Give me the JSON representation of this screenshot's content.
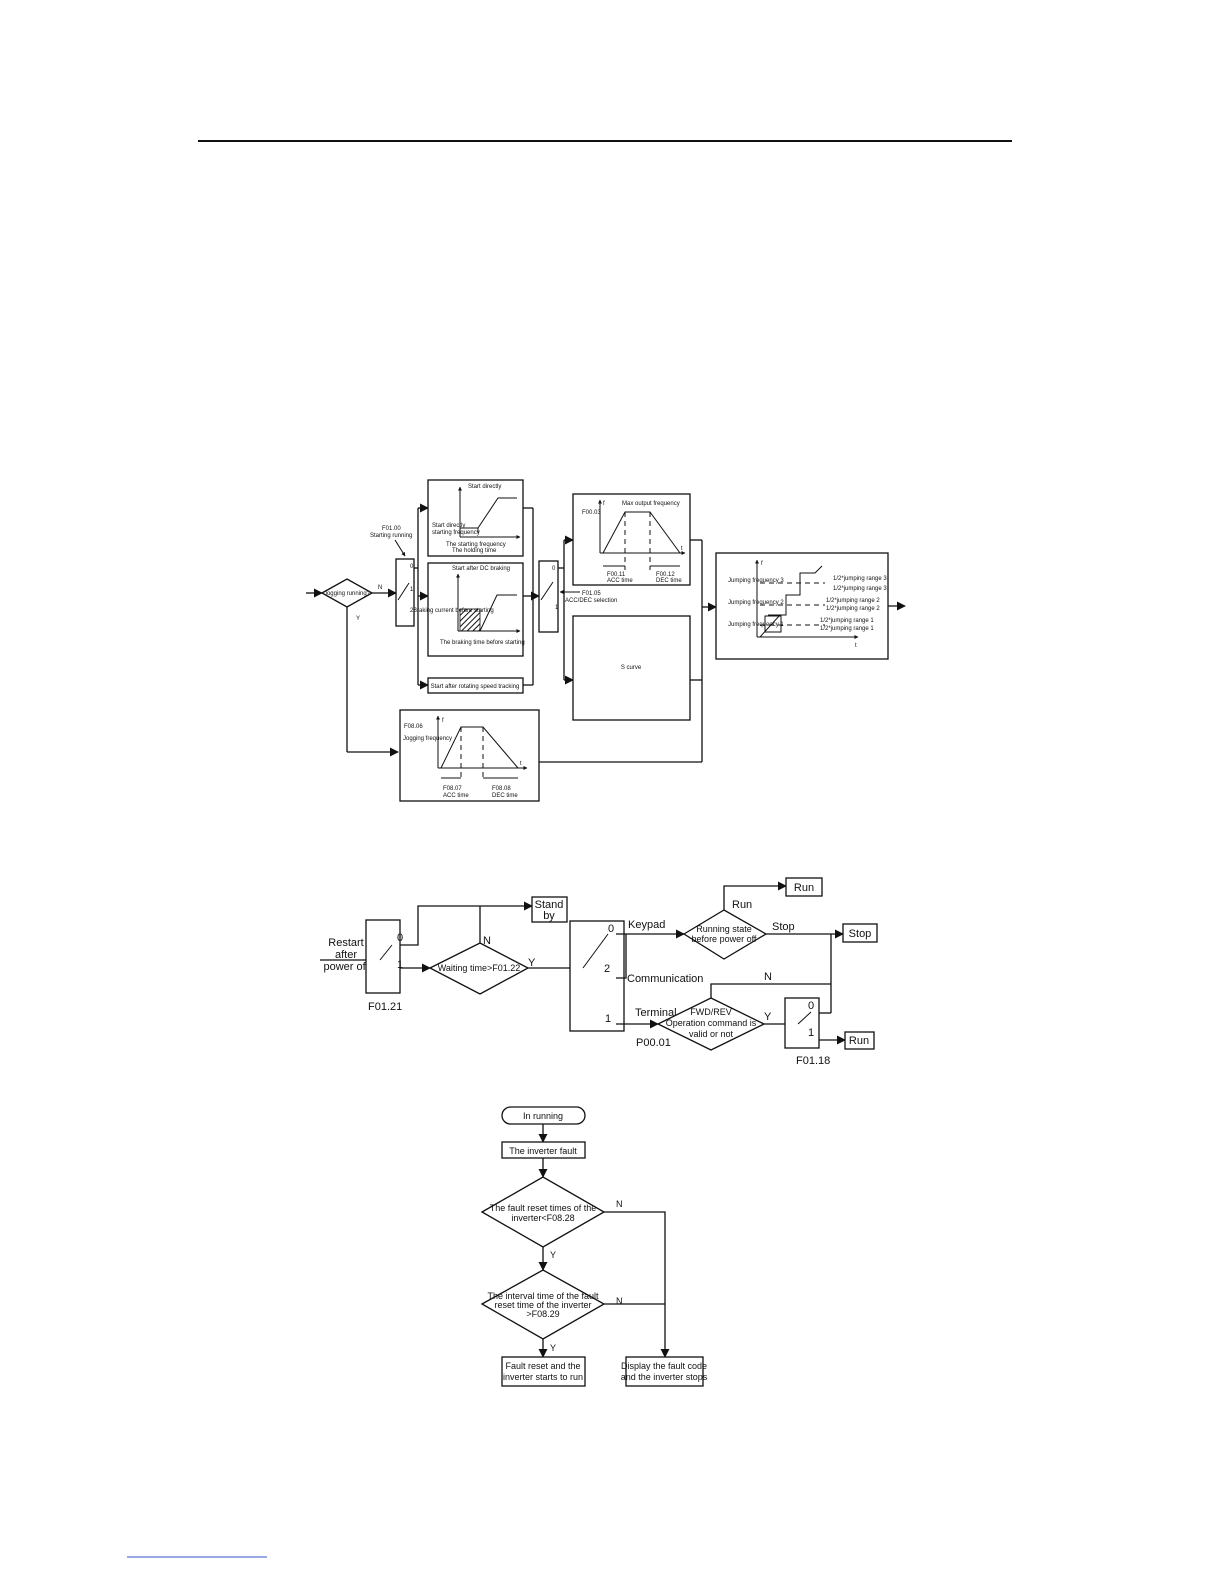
{
  "diagram1": {
    "decision": "Jogging running?",
    "decision_no": "N",
    "decision_yes": "Y",
    "switch1_0": "0",
    "switch1_1": "1",
    "switch1_2": "2",
    "f0100_code": "F01.00",
    "f0100_name": "Starting running",
    "box_start_directly_title": "Start directly",
    "box_start_directly_label1": "Start directly",
    "box_start_directly_label2": "starting frequency",
    "box_start_directly_label3": "The starting frequency",
    "box_start_directly_label4": "The holding time",
    "box_dc_title": "Start after DC braking",
    "box_dc_label": "Braking current before starting",
    "box_dc_label2": "The braking time before starting",
    "box_speed_tracking": "Start after rotating speed tracking",
    "switch2_0": "0",
    "switch2_1": "1",
    "f0105_code": "F01.05",
    "f0105_name": "ACC/DEC selection",
    "accdec_y": "f",
    "accdec_code": "F00.03",
    "accdec_top": "Max output frequency",
    "accdec_left_code": "F00.11",
    "accdec_left_name": "ACC time",
    "accdec_right_code": "F00.12",
    "accdec_right_name": "DEC time",
    "accdec_t": "t",
    "s_curve": "S curve",
    "jog_y": "f",
    "jog_code": "F08.06",
    "jog_name": "Jogging frequency",
    "jog_left_code": "F08.07",
    "jog_left_name": "ACC time",
    "jog_right_code": "F08.08",
    "jog_right_name": "DEC time",
    "jog_t": "t",
    "jump_y": "f",
    "jump_t": "t",
    "jump_label3": "Jumping frequency 3",
    "jump_label2": "Jumping frequency 2",
    "jump_label1": "Jumping frequency 1",
    "jump_r3a": "1/2*jumping range 3",
    "jump_r3b": "1/2*jumping range 3",
    "jump_r2a": "1/2*jumping range 2",
    "jump_r2b": "1/2*jumping range 2",
    "jump_r1a": "1/2*jumping range 1",
    "jump_r1b": "1/2*jumping range 1"
  },
  "diagram2": {
    "restart_label_1": "Restart",
    "restart_label_2": "after",
    "restart_label_3": "power off",
    "sw1_0": "0",
    "sw1_1": "1",
    "sw1_code": "F01.21",
    "standby_1": "Stand",
    "standby_2": "by",
    "waiting": "Waiting time>F01.22",
    "wait_n": "N",
    "wait_y": "Y",
    "sw2_0": "0",
    "sw2_2": "2",
    "sw2_1": "1",
    "sw2_code": "P00.01",
    "keypad": "Keypad",
    "communication": "Communication",
    "terminal": "Terminal",
    "running_state_1": "Running state",
    "running_state_2": "before power off",
    "run_top": "Run",
    "run_label": "Run",
    "stop_label": "Stop",
    "stop_box": "Stop",
    "fwd_1": "FWD/REV",
    "fwd_2": "Operation command is",
    "fwd_3": "valid or not",
    "fwd_y": "Y",
    "fwd_n": "N",
    "sw3_0": "0",
    "sw3_1": "1",
    "sw3_code": "F01.18",
    "run_bottom": "Run"
  },
  "diagram3": {
    "start": "In running",
    "fault": "The inverter fault",
    "dec1_1": "The fault reset times of the",
    "dec1_2": "inverter<F08.28",
    "dec1_n": "N",
    "dec1_y": "Y",
    "dec2_1": "The interval time of the fault",
    "dec2_2": "reset time of the inverter",
    "dec2_3": ">F08.29",
    "dec2_n": "N",
    "dec2_y": "Y",
    "end_left_1": "Fault reset and the",
    "end_left_2": "inverter starts to run",
    "end_right_1": "Display the fault code",
    "end_right_2": "and the inverter stops"
  }
}
